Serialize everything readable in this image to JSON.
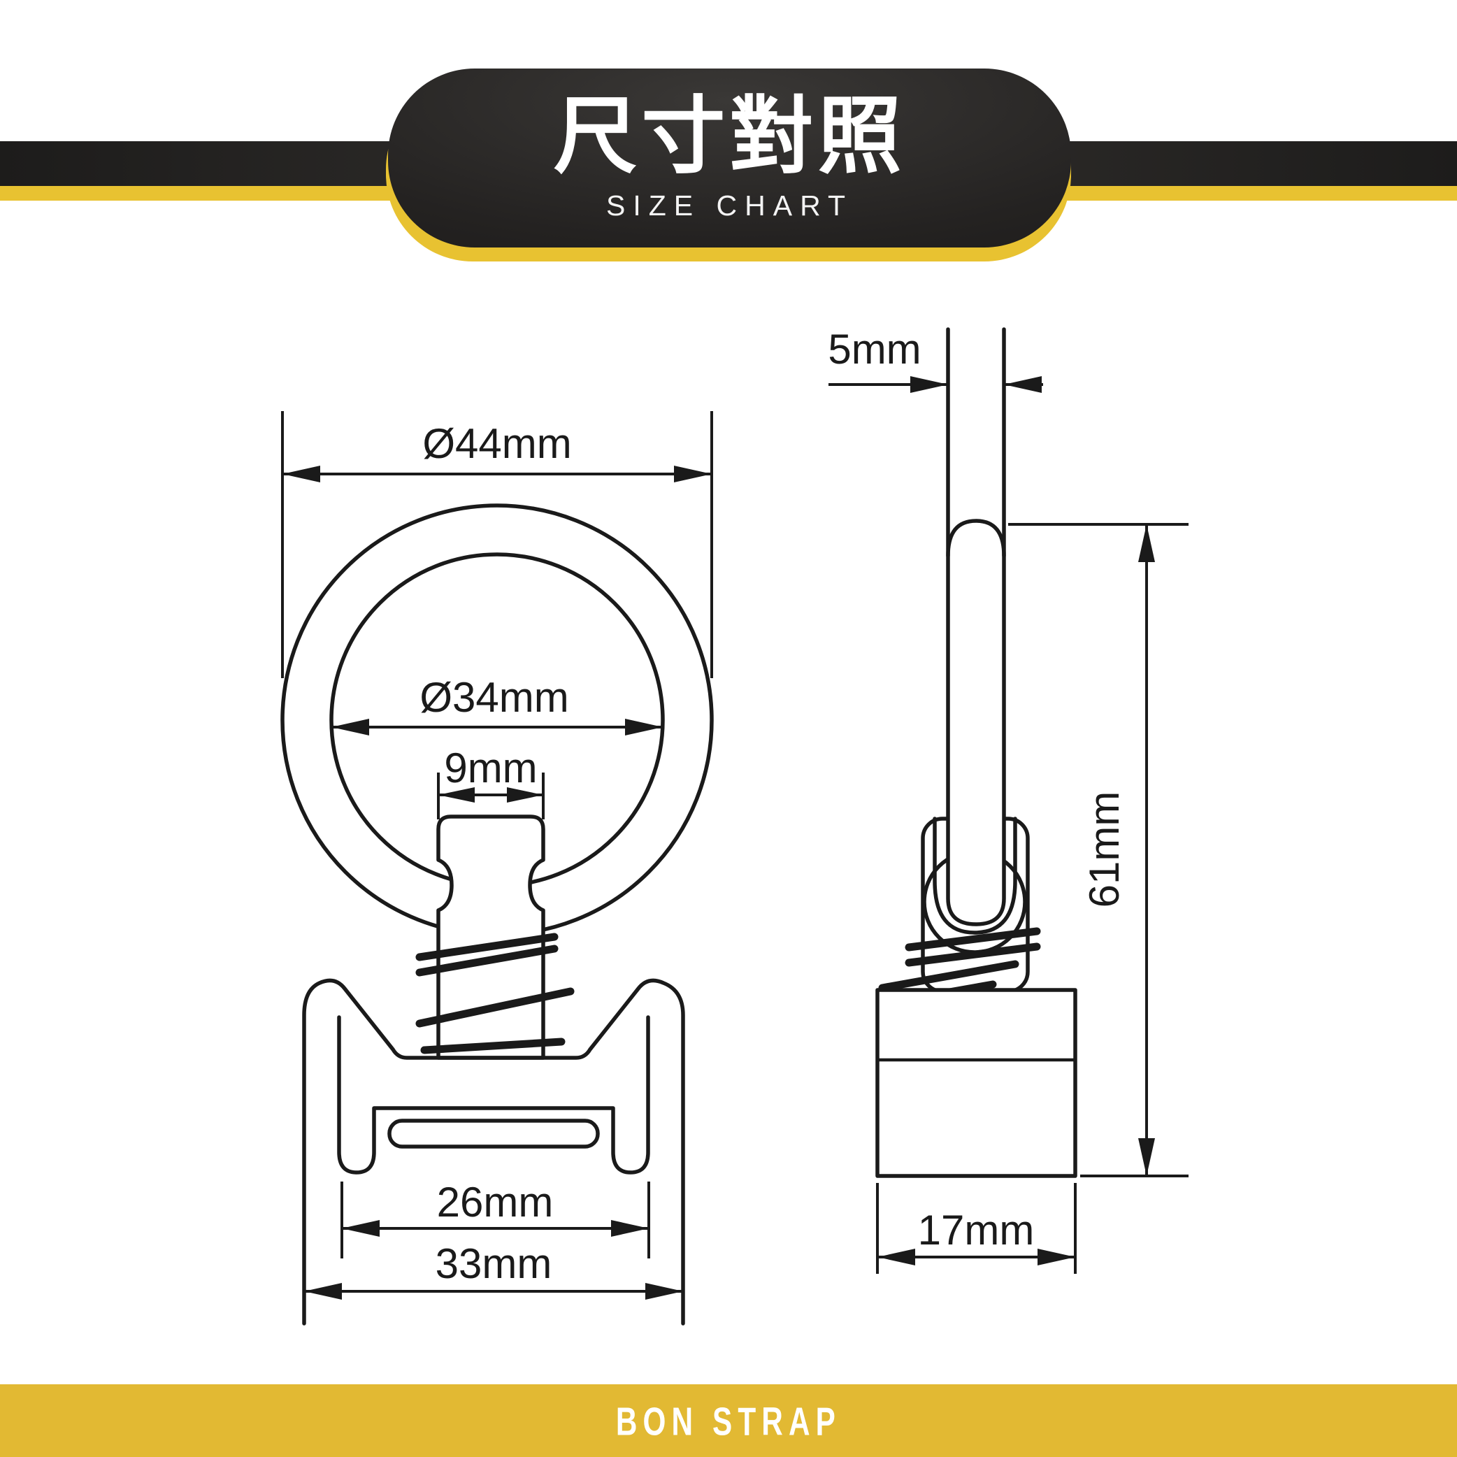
{
  "header": {
    "title": "尺寸對照",
    "subtitle": "SIZE CHART"
  },
  "footer": {
    "brand": "BON STRAP"
  },
  "diagram": {
    "front_view": {
      "outer_diameter": "Ø44mm",
      "inner_diameter": "Ø34mm",
      "strap_width": "9mm",
      "base_inner_width": "26mm",
      "base_outer_width": "33mm"
    },
    "side_view": {
      "ring_thickness": "5mm",
      "overall_height": "61mm",
      "base_depth": "17mm"
    },
    "colors": {
      "accent_yellow": "#e8c231",
      "footer_yellow": "#e2b933",
      "band_black": "#232120",
      "line_black": "#1a1a1a"
    }
  }
}
